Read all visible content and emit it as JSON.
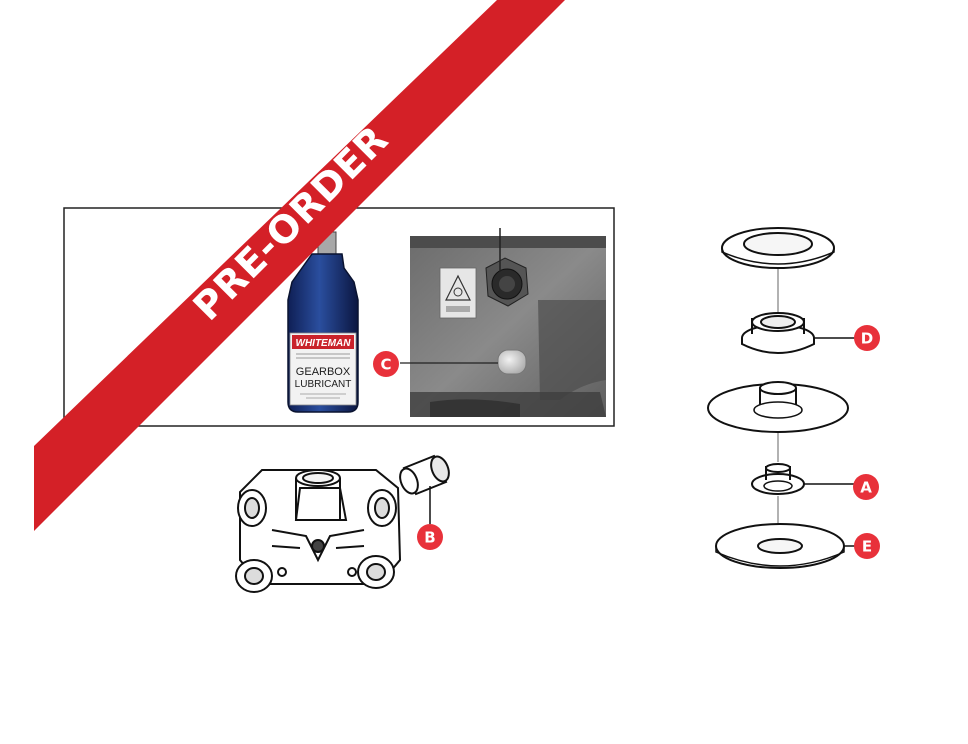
{
  "banner": {
    "text": "PRE-ORDER",
    "color": "#d42027"
  },
  "callouts": {
    "a": "A",
    "b": "B",
    "c": "C",
    "d": "D",
    "e": "E",
    "color": "#e8313a"
  },
  "bottle": {
    "brand": "WHITEMAN",
    "line1": "GEARBOX",
    "line2": "LUBRICANT"
  }
}
